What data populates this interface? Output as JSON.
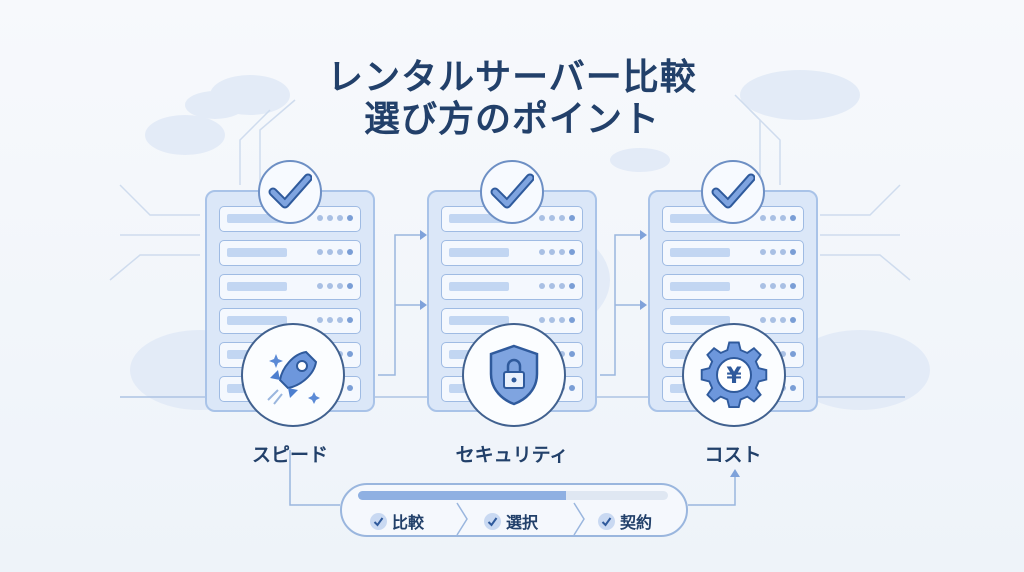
{
  "title": {
    "line1": "レンタルサーバー比較",
    "line2": "選び方のポイント"
  },
  "features": [
    {
      "label": "スピード",
      "icon": "rocket-icon"
    },
    {
      "label": "セキュリティ",
      "icon": "shield-lock-icon"
    },
    {
      "label": "コスト",
      "icon": "yen-gear-icon"
    }
  ],
  "progress": {
    "percent": 67,
    "steps": [
      {
        "label": "比較"
      },
      {
        "label": "選択"
      },
      {
        "label": "契約"
      }
    ]
  },
  "colors": {
    "primary": "#22406a",
    "accent": "#5b8ad6",
    "light": "#dbe7f8"
  }
}
